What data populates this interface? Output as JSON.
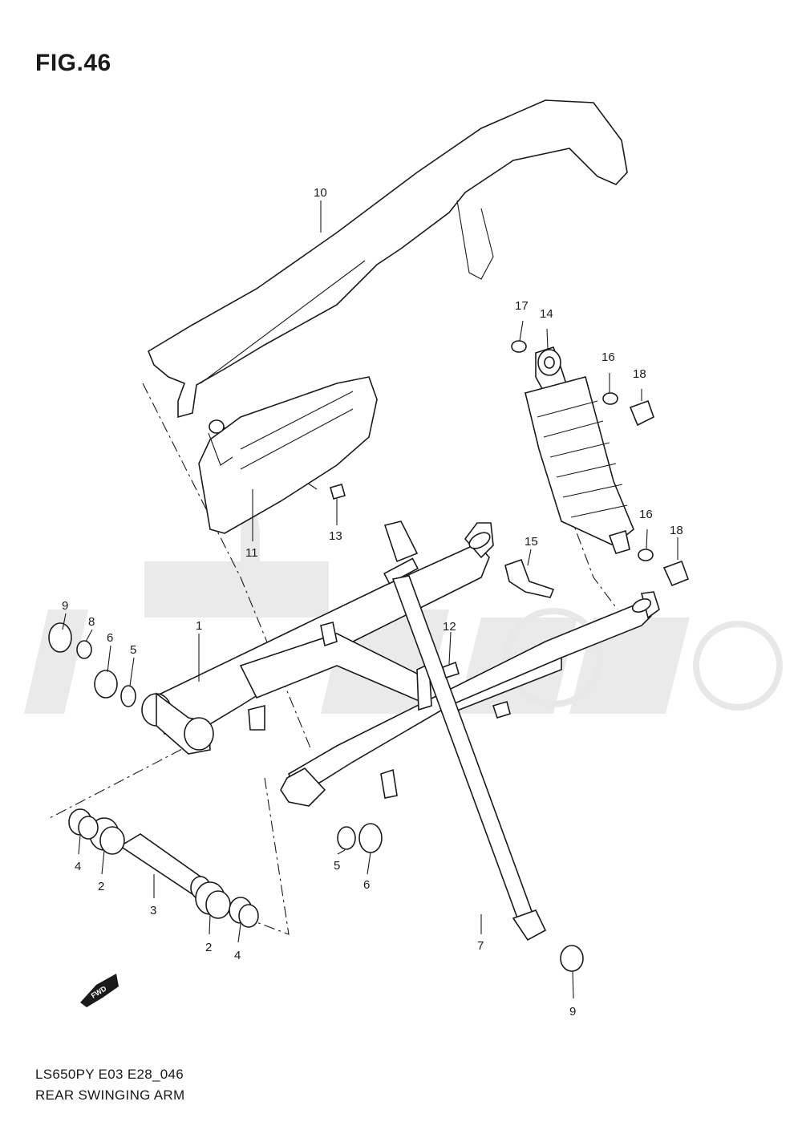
{
  "header": {
    "figure": "FIG.46"
  },
  "footer": {
    "model_code": "LS650PY E03 E28_046",
    "assembly_name": "REAR SWINGING ARM"
  },
  "fwd_badge": {
    "label": "FWD"
  },
  "callouts": [
    {
      "number": "1"
    },
    {
      "number": "2"
    },
    {
      "number": "2"
    },
    {
      "number": "3"
    },
    {
      "number": "4"
    },
    {
      "number": "4"
    },
    {
      "number": "5"
    },
    {
      "number": "5"
    },
    {
      "number": "6"
    },
    {
      "number": "6"
    },
    {
      "number": "7"
    },
    {
      "number": "8"
    },
    {
      "number": "9"
    },
    {
      "number": "9"
    },
    {
      "number": "10"
    },
    {
      "number": "11"
    },
    {
      "number": "12"
    },
    {
      "number": "13"
    },
    {
      "number": "14"
    },
    {
      "number": "15"
    },
    {
      "number": "16"
    },
    {
      "number": "16"
    },
    {
      "number": "17"
    },
    {
      "number": "18"
    },
    {
      "number": "18"
    }
  ]
}
